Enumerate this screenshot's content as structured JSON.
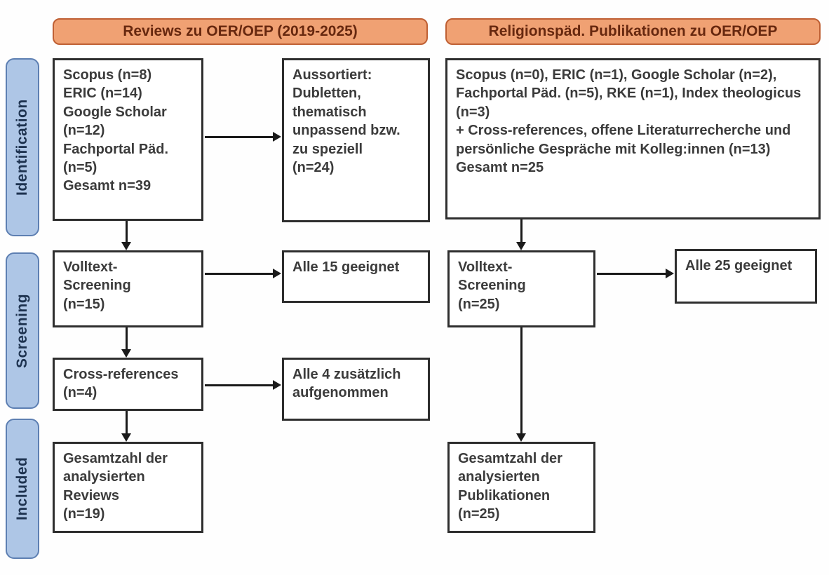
{
  "colors": {
    "header_fill": "#f0a173",
    "header_border": "#bf6034",
    "header_text": "#67280f",
    "stage_fill": "#aec6e6",
    "stage_border": "#5d7fb2",
    "stage_text": "#1e3350",
    "box_border": "#2e2e2e",
    "box_text": "#3b3b3b",
    "arrow": "#1a1a1a"
  },
  "headers": {
    "left": "Reviews zu OER/OEP (2019-2025)",
    "right": "Religionspäd. Publikationen zu OER/OEP"
  },
  "stages": {
    "identification": "Identification",
    "screening": "Screening",
    "included": "Included"
  },
  "left_column": {
    "sources": "Scopus (n=8)\nERIC (n=14)\nGoogle Scholar\n(n=12)\nFachportal Päd.\n(n=5)\nGesamt n=39",
    "excluded": "Aussortiert:\nDubletten,\nthematisch\nunpassend bzw.\nzu speziell\n(n=24)",
    "fulltext": "Volltext-\nScreening\n(n=15)",
    "fulltext_result": "Alle 15 geeignet",
    "crossref": "Cross-references\n(n=4)",
    "crossref_result": "Alle 4 zusätzlich\naufgenommen",
    "included_total": "Gesamtzahl der\nanalysierten\nReviews\n(n=19)"
  },
  "right_column": {
    "sources": "Scopus (n=0), ERIC (n=1), Google Scholar (n=2), Fachportal Päd. (n=5), RKE (n=1), Index theologicus (n=3)\n+ Cross-references, offene Literaturrecherche und persönliche Gespräche mit Kolleg:innen (n=13)\nGesamt n=25",
    "fulltext": "Volltext-\nScreening\n(n=25)",
    "fulltext_result": "Alle 25 geeignet",
    "included_total": "Gesamtzahl der\nanalysierten\nPublikationen\n(n=25)"
  }
}
